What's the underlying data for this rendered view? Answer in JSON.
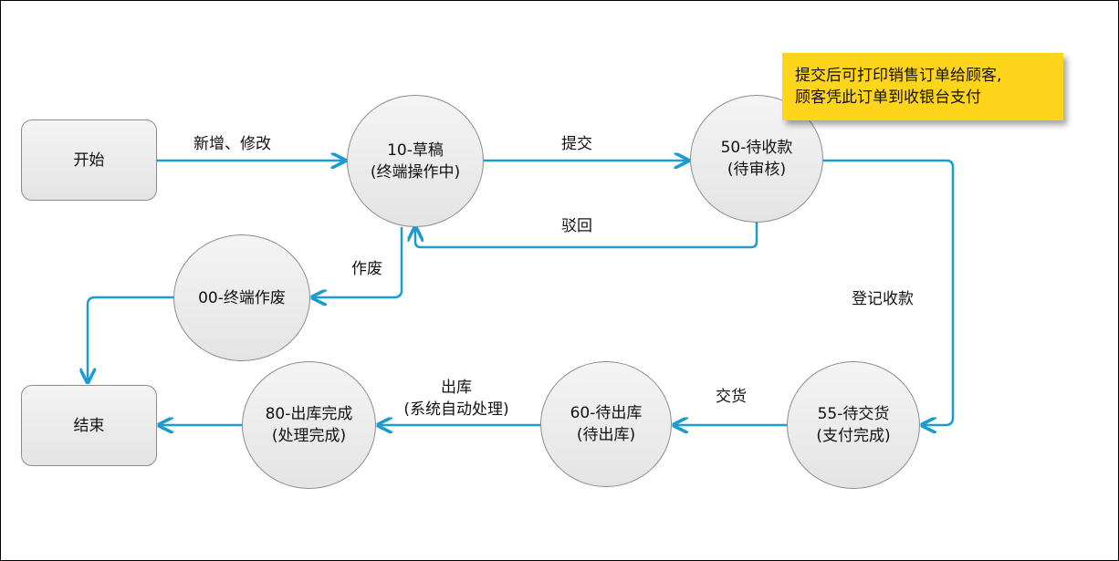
{
  "colors": {
    "edge": "#1a9bd1",
    "node_border": "#8c8c8c",
    "note_fill": "#ffd51c"
  },
  "nodes": {
    "start": "开始",
    "end": "结束",
    "draft": {
      "line1": "10-草稿",
      "line2": "(终端操作中)"
    },
    "pending_payment": {
      "line1": "50-待收款",
      "line2": "(待审核)"
    },
    "voided": "00-终端作废",
    "pending_delivery": {
      "line1": "55-待交货",
      "line2": "(支付完成)"
    },
    "pending_outbound": {
      "line1": "60-待出库",
      "line2": "(待出库)"
    },
    "outbound_done": {
      "line1": "80-出库完成",
      "line2": "(处理完成)"
    }
  },
  "edge_labels": {
    "add_edit": "新增、修改",
    "submit": "提交",
    "reject": "驳回",
    "void": "作废",
    "register_payment": "登记收款",
    "deliver": "交货",
    "outbound_line1": "出库",
    "outbound_line2": "(系统自动处理)"
  },
  "note": {
    "line1": "提交后可打印销售订单给顾客,",
    "line2": "顾客凭此订单到收银台支付"
  }
}
